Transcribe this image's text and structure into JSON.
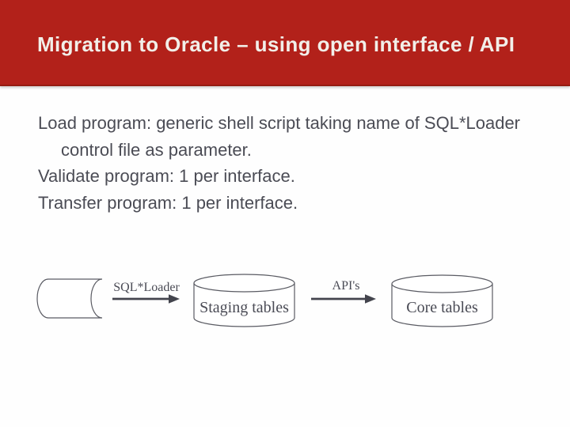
{
  "slide": {
    "title": "Migration to Oracle – using open interface / API",
    "body_lines": [
      {
        "text": "Load program: generic shell script taking name of SQL*Loader",
        "indent": false
      },
      {
        "text": "control file as parameter.",
        "indent": true
      },
      {
        "text": "Validate program: 1 per interface.",
        "indent": false
      },
      {
        "text": "Transfer program: 1 per interface.",
        "indent": false
      }
    ],
    "diagram": {
      "source_shape": "flat-file-stored-data-shape",
      "arrow1_label": "SQL*Loader",
      "staging_label": "Staging tables",
      "arrow2_label": "API's",
      "core_label": "Core tables"
    },
    "colors": {
      "header_red": "#B2211A",
      "header_border": "#951C11",
      "title_text": "#F2EFE9",
      "body_text": "#4B4C55",
      "diagram_stroke": "#5A5B63",
      "arrow": "#43444D",
      "background": "#FEFEFE"
    }
  }
}
